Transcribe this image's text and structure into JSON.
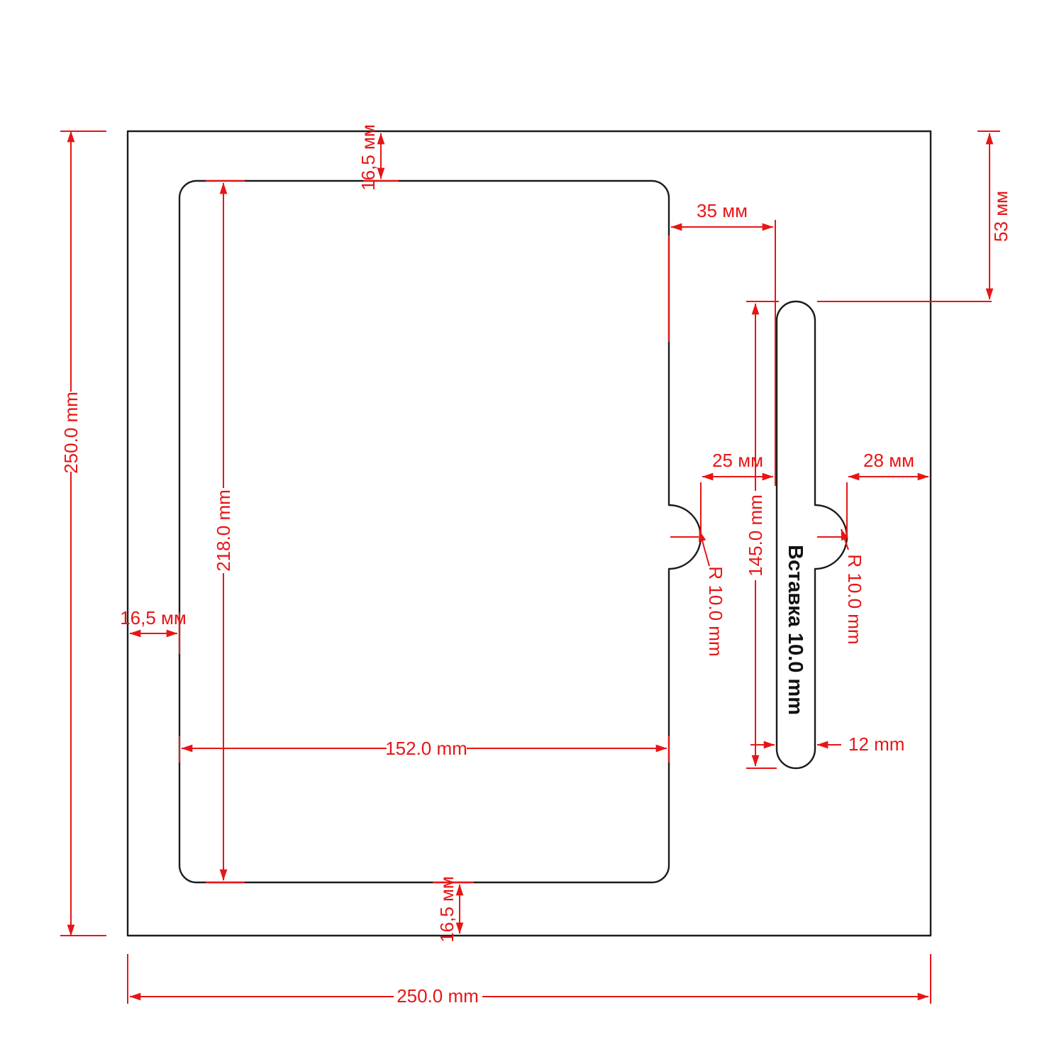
{
  "drawing": {
    "insert_label": "Вставка 10.0 mm",
    "dims": {
      "outer_height": "250.0 mm",
      "outer_width": "250.0 mm",
      "margin_top": "16,5 мм",
      "margin_left": "16,5 мм",
      "margin_bottom": "16,5 мм",
      "cutout_height": "218.0 mm",
      "cutout_width": "152.0 mm",
      "gap_cutout_to_slot": "35 мм",
      "slot_top_offset": "53 мм",
      "notch_to_slot": "25 мм",
      "slot_to_edge": "28 мм",
      "slot_height": "145.0 mm",
      "slot_width": "12 mm",
      "cutout_notch_radius": "R 10.0 mm",
      "slot_notch_radius": "R 10.0 mm"
    }
  },
  "colors": {
    "outline": "#1c1c1c",
    "dimension": "#e81515",
    "background": "#ffffff",
    "label": "#111111"
  }
}
